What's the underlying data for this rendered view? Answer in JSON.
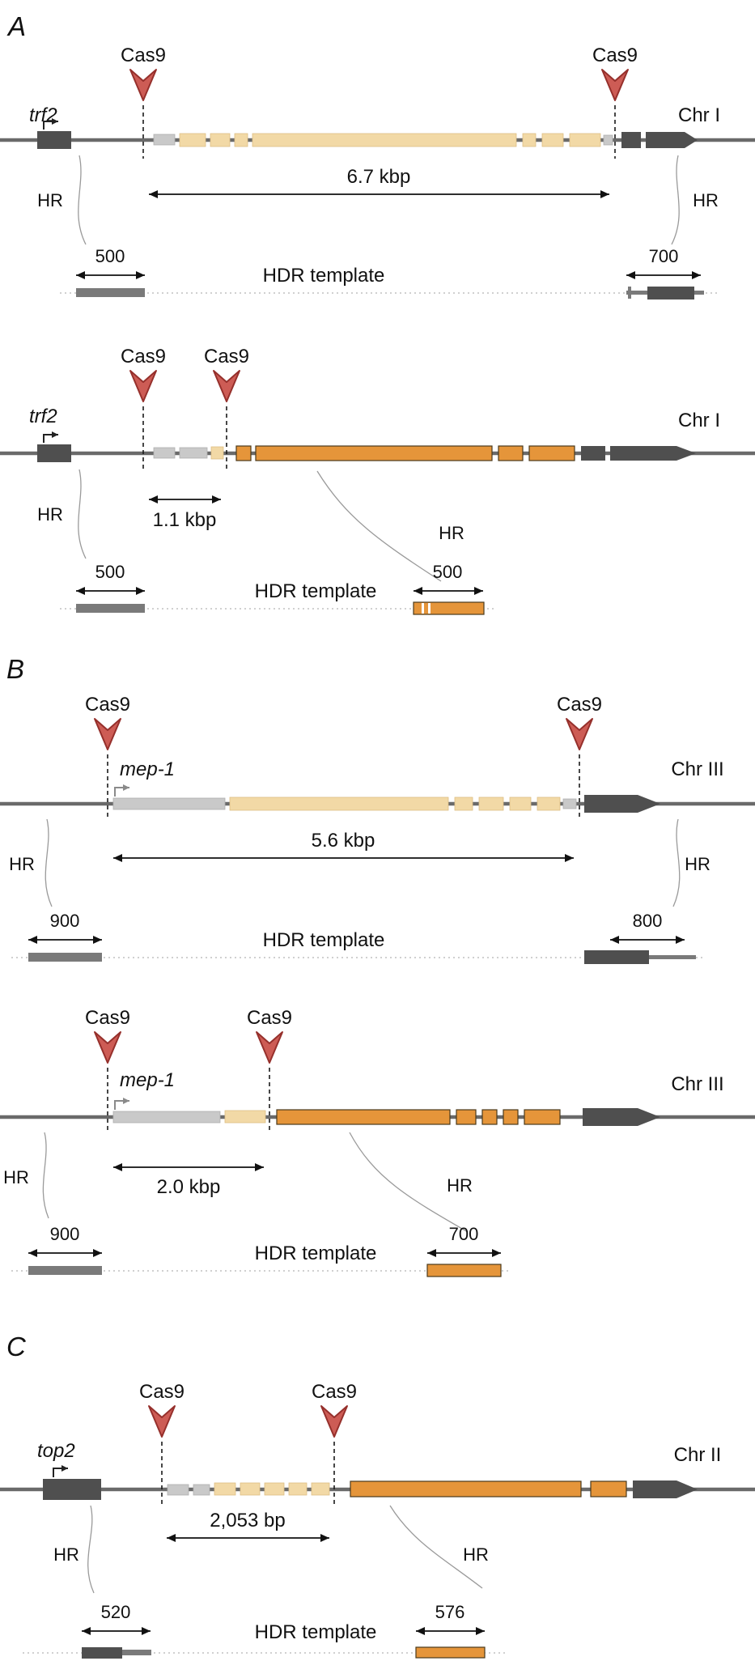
{
  "panels": {
    "a": "A",
    "b": "B",
    "c": "C"
  },
  "diagrams": {
    "a1": {
      "cas9_left": "Cas9",
      "cas9_right": "Cas9",
      "gene": "trf2",
      "chromosome": "Chr I",
      "span": "6.7 kbp",
      "hr_left": "HR",
      "hr_right": "HR",
      "left_size": "500",
      "hdr_label": "HDR template",
      "right_size": "700"
    },
    "a2": {
      "cas9_left": "Cas9",
      "cas9_right": "Cas9",
      "gene": "trf2",
      "chromosome": "Chr I",
      "span": "1.1 kbp",
      "hr_left": "HR",
      "hr_right": "HR",
      "left_size": "500",
      "hdr_label": "HDR template",
      "right_size": "500"
    },
    "b1": {
      "cas9_left": "Cas9",
      "cas9_right": "Cas9",
      "gene": "mep-1",
      "chromosome": "Chr III",
      "span": "5.6 kbp",
      "hr_left": "HR",
      "hr_right": "HR",
      "left_size": "900",
      "hdr_label": "HDR template",
      "right_size": "800"
    },
    "b2": {
      "cas9_left": "Cas9",
      "cas9_right": "Cas9",
      "gene": "mep-1",
      "chromosome": "Chr III",
      "span": "2.0 kbp",
      "hr_left": "HR",
      "hr_right": "HR",
      "left_size": "900",
      "hdr_label": "HDR template",
      "right_size": "700"
    },
    "c1": {
      "cas9_left": "Cas9",
      "cas9_right": "Cas9",
      "gene": "top2",
      "chromosome": "Chr II",
      "span": "2,053 bp",
      "hr_left": "HR",
      "hr_right": "HR",
      "left_size": "520",
      "hdr_label": "HDR template",
      "right_size": "576"
    }
  },
  "colors": {
    "cas9_arrowhead": "#cd5c55",
    "cas9_arrowhead_outline": "#96302c",
    "chromosome_line": "#6a6a6a",
    "dark_gene_box": "#4f4f4f",
    "light_exon_box": "#c9c9c9",
    "tan_exon_box": "#f2d9a6",
    "orange_insert_box": "#e5953a",
    "homology_bar_gray": "#7a7a7a"
  }
}
